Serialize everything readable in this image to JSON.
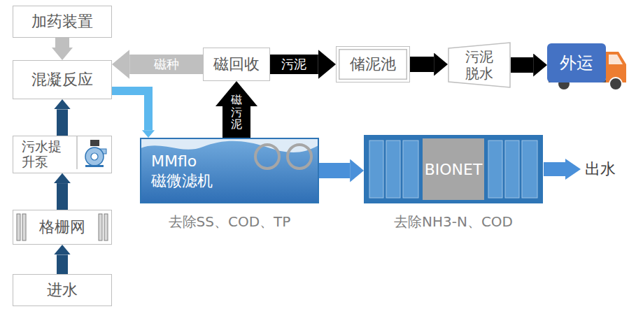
{
  "diagram": {
    "nodes": [
      {
        "text": [
          "加药装置"
        ]
      },
      {
        "text": [
          "混凝反应"
        ]
      },
      {
        "text": [
          "污水提 升泵"
        ]
      },
      {
        "text": [
          "格栅网"
        ]
      },
      {
        "text": [
          "进水"
        ]
      },
      {
        "text": [
          "磁回收"
        ]
      },
      {
        "text": [
          "储泥池"
        ]
      },
      {
        "text": [
          "污泥 脱水"
        ]
      },
      {
        "text": [
          "外运"
        ]
      },
      {
        "text": [
          "MMflo 磁微滤机"
        ]
      },
      {
        "text": [
          "BIONET"
        ]
      }
    ],
    "edges": [
      {
        "from": 0,
        "to": 1,
        "arrow": "to"
      },
      {
        "from": 4,
        "to": 3,
        "arrow": "to"
      },
      {
        "from": 3,
        "to": 2,
        "arrow": "to"
      },
      {
        "from": 2,
        "to": 1,
        "arrow": "to"
      },
      {
        "from": 1,
        "to": 9,
        "arrow": "to"
      },
      {
        "from": 9,
        "to": 5,
        "label": "磁污泥",
        "arrow": "to"
      },
      {
        "from": 5,
        "to": 1,
        "label": "磁种",
        "arrow": "to"
      },
      {
        "from": 5,
        "to": 6,
        "label": "污泥",
        "arrow": "to"
      },
      {
        "from": 6,
        "to": 7,
        "arrow": "to"
      },
      {
        "from": 7,
        "to": 8,
        "arrow": "to"
      },
      {
        "from": 9,
        "to": 10,
        "arrow": "to"
      }
    ],
    "labels": [
      "去除SS、COD、TP",
      "去除NH3-N、COD",
      "出水"
    ]
  }
}
